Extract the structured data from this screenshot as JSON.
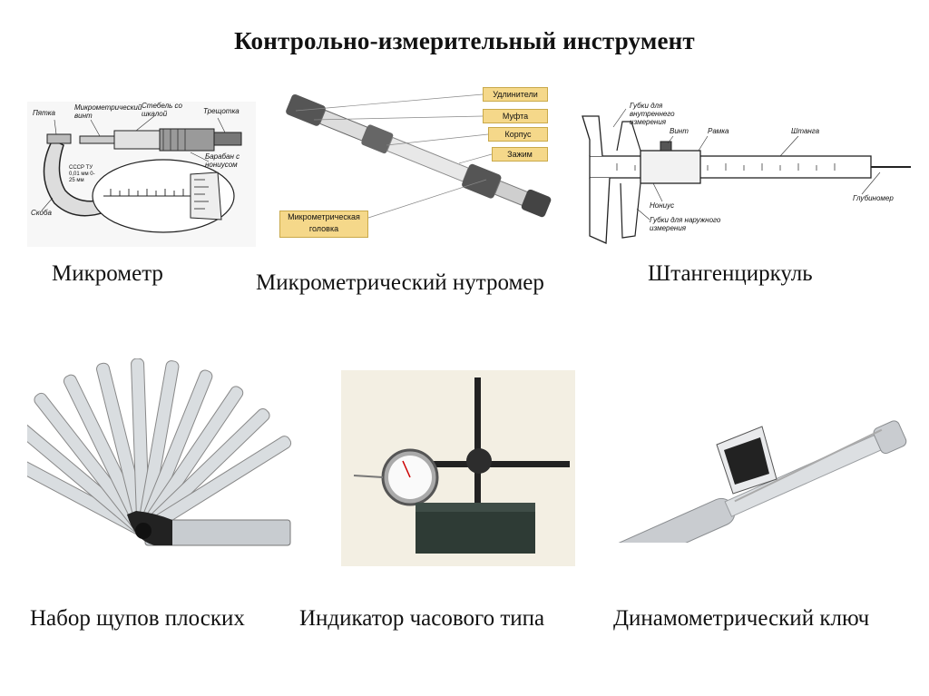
{
  "title": "Контрольно-измерительный инструмент",
  "captions": {
    "micrometer": "Микрометр",
    "bore_gauge": "Микрометрический нутромер",
    "caliper": "Штангенциркуль",
    "feeler_set": "Набор щупов плоских",
    "dial_indicator": "Индикатор часового типа",
    "torque_wrench": "Динамометрический ключ"
  },
  "micrometer_labels": {
    "anvil": "Пятка",
    "spindle": "Микрометрический винт",
    "stem": "Стебель со шкалой",
    "ratchet": "Трещотка",
    "thimble": "Барабан с нониусом",
    "frame": "Скоба",
    "plate": "СССР ТУ 0,01 мм 0-25 мм"
  },
  "bore_labels": {
    "extensions": "Удлинители",
    "coupling": "Муфта",
    "body": "Корпус",
    "clamp": "Зажим",
    "head": "Микрометрическая головка"
  },
  "caliper_labels": {
    "inner_jaws": "Губки для внутреннего измерения",
    "screw": "Винт",
    "frame": "Рамка",
    "beam": "Штанга",
    "vernier": "Нониус",
    "outer_jaws": "Губки для наружного измерения",
    "depth": "Глубиномер"
  }
}
